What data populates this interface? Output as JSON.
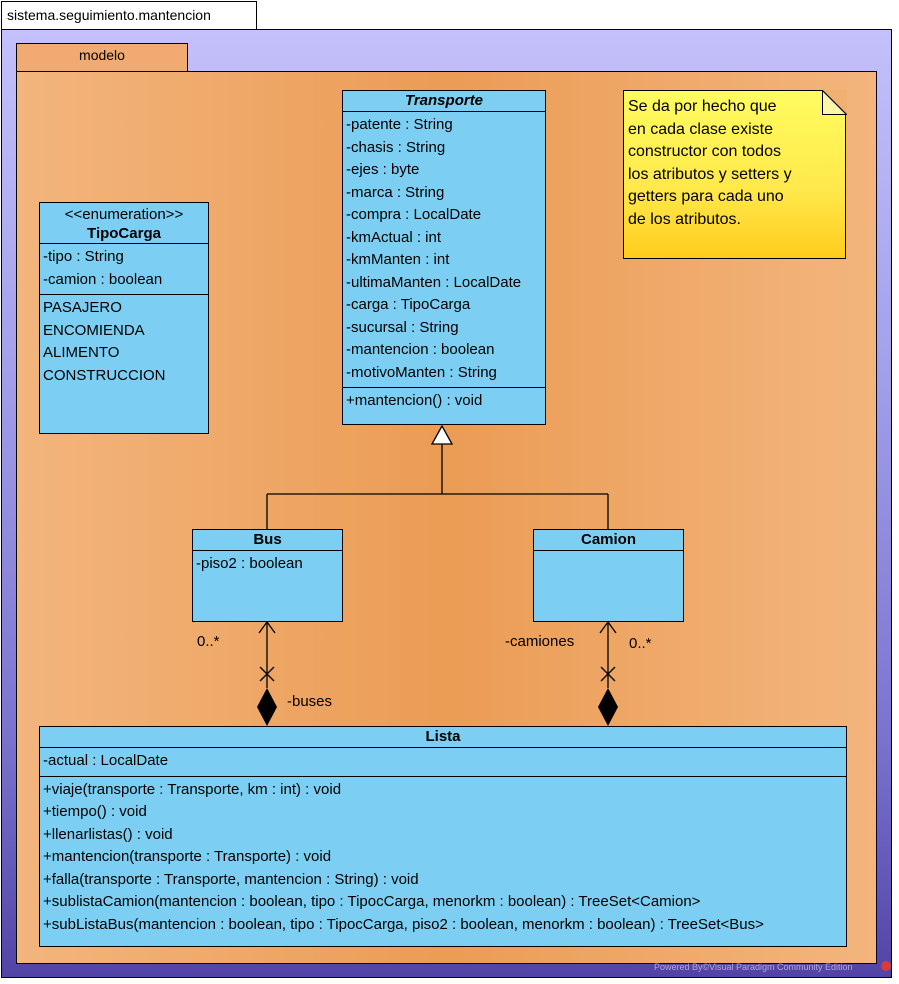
{
  "package": {
    "name": "sistema.seguimiento.mantencion"
  },
  "subpackage": {
    "name": "modelo"
  },
  "classes": {
    "transporte": {
      "name": "Transporte",
      "attributes": [
        "-patente : String",
        "-chasis : String",
        "-ejes : byte",
        "-marca : String",
        "-compra : LocalDate",
        "-kmActual : int",
        "-kmManten : int",
        "-ultimaManten : LocalDate",
        "-carga : TipoCarga",
        "-sucursal : String",
        "-mantencion : boolean",
        "-motivoManten : String"
      ],
      "operations": [
        "+mantencion() : void"
      ]
    },
    "tipocarga": {
      "stereotype": "<<enumeration>>",
      "name": "TipoCarga",
      "attributes": [
        "-tipo : String",
        "-camion : boolean"
      ],
      "literals": [
        "PASAJERO",
        "ENCOMIENDA",
        "ALIMENTO",
        "CONSTRUCCION"
      ]
    },
    "bus": {
      "name": "Bus",
      "attributes": [
        "-piso2 : boolean"
      ]
    },
    "camion": {
      "name": "Camion"
    },
    "lista": {
      "name": "Lista",
      "attributes": [
        "-actual : LocalDate"
      ],
      "operations": [
        "+viaje(transporte : Transporte, km : int) : void",
        "+tiempo() : void",
        "+llenarlistas() : void",
        "+mantencion(transporte : Transporte) : void",
        "+falla(transporte : Transporte, mantencion : String) : void",
        "+sublistaCamion(mantencion : boolean, tipo : TipocCarga, menorkm : boolean) : TreeSet<Camion>",
        "+subListaBus(mantencion : boolean, tipo : TipocCarga, piso2 : boolean, menorkm : boolean) : TreeSet<Bus>"
      ]
    }
  },
  "note": {
    "lines": [
      "Se da por hecho que",
      "en cada clase existe",
      "constructor con todos",
      "los atributos y setters y",
      "getters para cada uno",
      "de los atributos."
    ]
  },
  "associations": {
    "bus": {
      "role": "-buses",
      "multiplicity": "0..*"
    },
    "camion": {
      "role": "-camiones",
      "multiplicity": "0..*"
    }
  },
  "credit": "Powered By©Visual Paradigm Community Edition",
  "colors": {
    "class_fill": "#7ccff2",
    "note_fill": "#ffe84a",
    "package_fill": "#a4a0ea",
    "model_fill": "#eb9c55"
  }
}
